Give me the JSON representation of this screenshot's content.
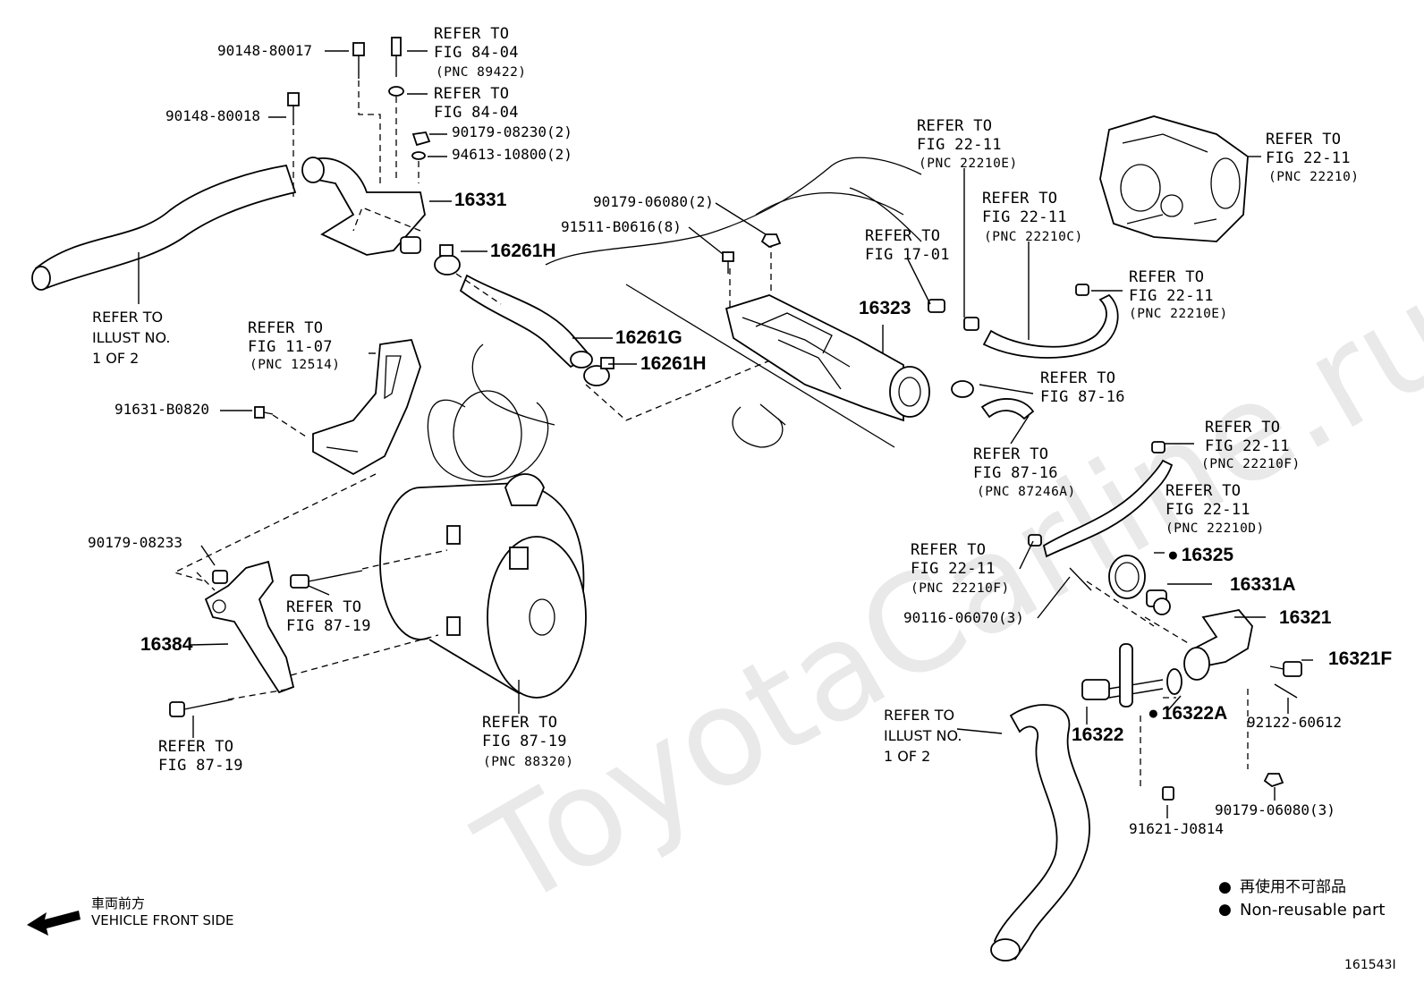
{
  "watermark": "ToyotaCarline.ru",
  "labels": {
    "p90148_80017": "90148-80017",
    "p90148_80018": "90148-80018",
    "refer_84_04_a": "REFER TO\nFIG 84-04",
    "pnc_89422": "(PNC 89422)",
    "refer_84_04_b": "REFER TO\nFIG 84-04",
    "p90179_08230": "90179-08230(2)",
    "p94613_10800": "94613-10800(2)",
    "c16331": "16331",
    "c16261H_a": "16261H",
    "refer_illust_1": "REFER TO\nILLUST NO.\n1 OF 2",
    "refer_11_07": "REFER TO\nFIG 11-07",
    "pnc_12514": "(PNC 12514)",
    "p91631_B0820": "91631-B0820",
    "p90179_06080_2": "90179-06080(2)",
    "p91511_B0616": "91511-B0616(8)",
    "c16261G": "16261G",
    "c16261H_b": "16261H",
    "refer_22_11_a": "REFER TO\nFIG 22-11",
    "pnc_22210E_a": "(PNC 22210E)",
    "refer_22_11_b": "REFER TO\nFIG 22-11",
    "pnc_22210C": "(PNC 22210C)",
    "refer_17_01": "REFER TO\nFIG 17-01",
    "c16323": "16323",
    "refer_22_11_c": "REFER TO\nFIG 22-11",
    "pnc_22210": "(PNC 22210)",
    "refer_22_11_d": "REFER TO\nFIG 22-11",
    "pnc_22210E_b": "(PNC 22210E)",
    "refer_87_16_a": "REFER TO\nFIG 87-16",
    "refer_87_16_b": "REFER TO\nFIG 87-16",
    "pnc_87246A": "(PNC 87246A)",
    "refer_22_11_e": "REFER TO\nFIG 22-11",
    "pnc_22210F_a": "(PNC 22210F)",
    "refer_22_11_f": "REFER TO\nFIG 22-11",
    "pnc_22210D": "(PNC 22210D)",
    "refer_22_11_g": "REFER TO\nFIG 22-11",
    "pnc_22210F_b": "(PNC 22210F)",
    "c16325": "16325",
    "c16331A": "16331A",
    "c16321": "16321",
    "p90116_06070": "90116-06070(3)",
    "c16321F": "16321F",
    "c16322A": "16322A",
    "c16322": "16322",
    "p92122_60612": "92122-60612",
    "p90179_08233": "90179-08233",
    "refer_87_19_a": "REFER TO\nFIG 87-19",
    "c16384": "16384",
    "refer_87_19_b": "REFER TO\nFIG 87-19",
    "refer_87_19_c": "REFER TO\nFIG 87-19",
    "pnc_88320": "(PNC 88320)",
    "refer_illust_2": "REFER TO\nILLUST NO.\n1 OF 2",
    "p91621_J0814": "91621-J0814",
    "p90179_06080_3": "90179-06080(3)",
    "front_jp": "車両前方",
    "front_en": "VEHICLE FRONT SIDE",
    "legend_jp": "再使用不可部品",
    "legend_en": "Non-reusable part",
    "figure_id": "161543I"
  }
}
